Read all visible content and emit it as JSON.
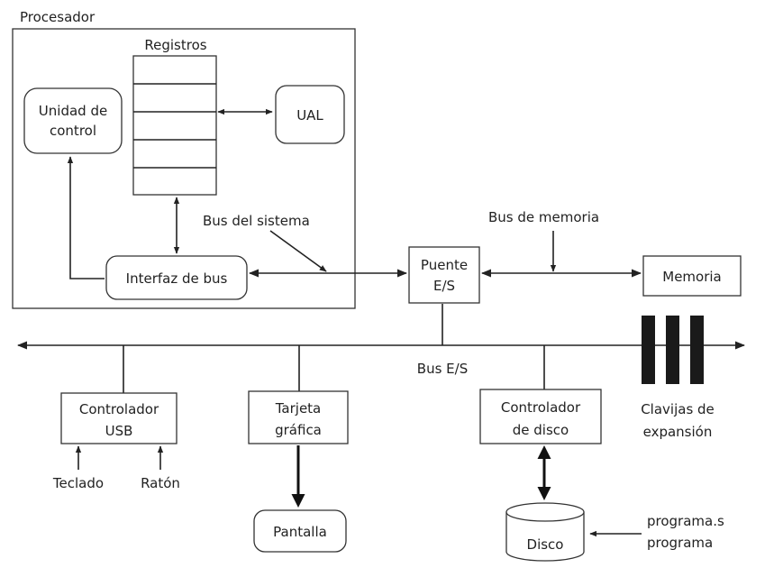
{
  "labels": {
    "processor": "Procesador",
    "registers": "Registros",
    "control_unit_1": "Unidad de",
    "control_unit_2": "control",
    "alu": "UAL",
    "bus_interface": "Interfaz de bus",
    "system_bus": "Bus del sistema",
    "io_bridge_1": "Puente",
    "io_bridge_2": "E/S",
    "memory_bus": "Bus de memoria",
    "memory": "Memoria",
    "io_bus": "Bus E/S",
    "usb_controller_1": "Controlador",
    "usb_controller_2": "USB",
    "keyboard": "Teclado",
    "mouse": "Ratón",
    "graphics_card_1": "Tarjeta",
    "graphics_card_2": "gráfica",
    "display": "Pantalla",
    "disk_controller_1": "Controlador",
    "disk_controller_2": "de disco",
    "disk": "Disco",
    "expansion_slots_1": "Clavijas de",
    "expansion_slots_2": "expansión",
    "file_1": "programa.s",
    "file_2": "programa"
  },
  "colors": {
    "stroke": "#222222",
    "slot_fill": "#1a1a1a",
    "text": "#222222"
  }
}
